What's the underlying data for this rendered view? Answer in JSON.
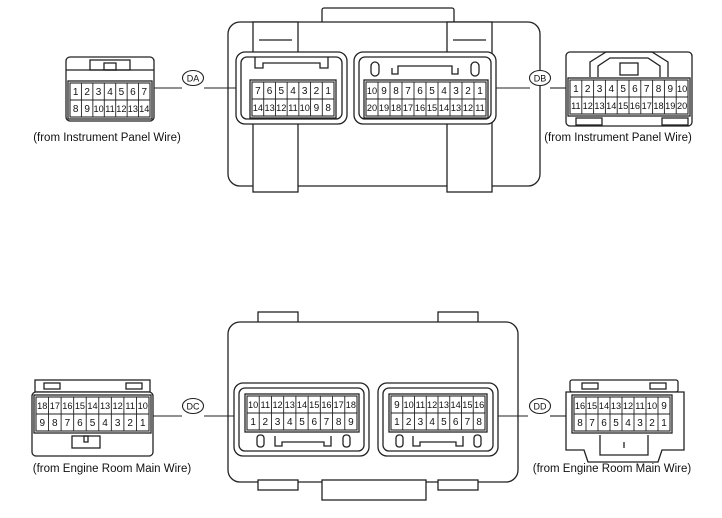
{
  "connectors": [
    {
      "id": "DA",
      "label": "DA",
      "source": "(from Instrument Panel Wire)",
      "harness_rows": [
        [
          "1",
          "2",
          "3",
          "4",
          "5",
          "6",
          "7"
        ],
        [
          "8",
          "9",
          "10",
          "11",
          "12",
          "13",
          "14"
        ]
      ],
      "ecu_rows": [
        [
          "7",
          "6",
          "5",
          "4",
          "3",
          "2",
          "1"
        ],
        [
          "14",
          "13",
          "12",
          "11",
          "10",
          "9",
          "8"
        ]
      ]
    },
    {
      "id": "DB",
      "label": "DB",
      "source": "(from Instrument Panel Wire)",
      "harness_rows": [
        [
          "1",
          "2",
          "3",
          "4",
          "5",
          "6",
          "7",
          "8",
          "9",
          "10"
        ],
        [
          "11",
          "12",
          "13",
          "14",
          "15",
          "16",
          "17",
          "18",
          "19",
          "20"
        ]
      ],
      "ecu_rows": [
        [
          "10",
          "9",
          "8",
          "7",
          "6",
          "5",
          "4",
          "3",
          "2",
          "1"
        ],
        [
          "20",
          "19",
          "18",
          "17",
          "16",
          "15",
          "14",
          "13",
          "12",
          "11"
        ]
      ]
    },
    {
      "id": "DC",
      "label": "DC",
      "source": "(from Engine Room Main Wire)",
      "harness_rows": [
        [
          "18",
          "17",
          "16",
          "15",
          "14",
          "13",
          "12",
          "11",
          "10"
        ],
        [
          "9",
          "8",
          "7",
          "6",
          "5",
          "4",
          "3",
          "2",
          "1"
        ]
      ],
      "ecu_rows": [
        [
          "10",
          "11",
          "12",
          "13",
          "14",
          "15",
          "16",
          "17",
          "18"
        ],
        [
          "1",
          "2",
          "3",
          "4",
          "5",
          "6",
          "7",
          "8",
          "9"
        ]
      ]
    },
    {
      "id": "DD",
      "label": "DD",
      "source": "(from Engine Room Main Wire)",
      "harness_rows": [
        [
          "16",
          "15",
          "14",
          "13",
          "12",
          "11",
          "10",
          "9"
        ],
        [
          "8",
          "7",
          "6",
          "5",
          "4",
          "3",
          "2",
          "1"
        ]
      ],
      "ecu_rows": [
        [
          "9",
          "10",
          "11",
          "12",
          "13",
          "14",
          "15",
          "16"
        ],
        [
          "1",
          "2",
          "3",
          "4",
          "5",
          "6",
          "7",
          "8"
        ]
      ]
    }
  ]
}
